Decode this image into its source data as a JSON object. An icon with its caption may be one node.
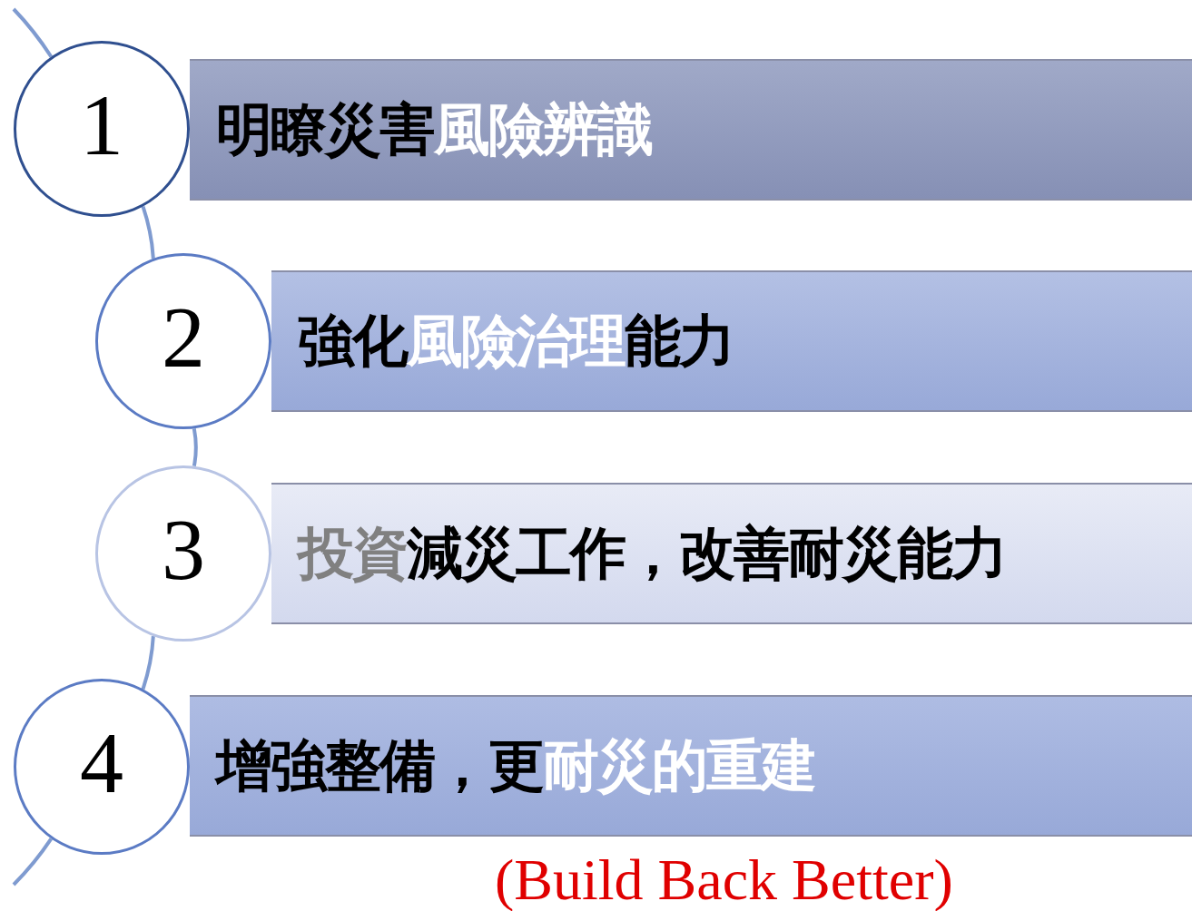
{
  "diagram": {
    "nodes": [
      {
        "text": [
          "1"
        ]
      },
      {
        "text": [
          "明瞭災害風險辨識"
        ]
      },
      {
        "text": [
          "2"
        ]
      },
      {
        "text": [
          "強化風險治理能力"
        ]
      },
      {
        "text": [
          "3"
        ]
      },
      {
        "text": [
          "投資減災工作，改善耐災能力"
        ]
      },
      {
        "text": [
          "4"
        ]
      },
      {
        "text": [
          "增強整備，更耐災的重建"
        ],
        "beside": [
          "(Build Back Better)"
        ]
      }
    ],
    "edges": [
      {
        "from": 0,
        "to": 2,
        "arrow": "none"
      },
      {
        "from": 2,
        "to": 4,
        "arrow": "none"
      },
      {
        "from": 4,
        "to": 6,
        "arrow": "none"
      }
    ]
  }
}
